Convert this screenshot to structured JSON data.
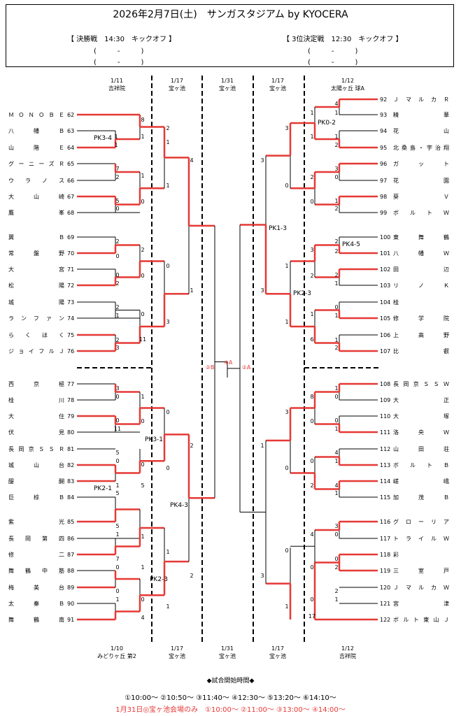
{
  "header": {
    "title": "2026年2月7日(土)　サンガスタジアム by KYOCERA",
    "final_label": "【 決勝戦　14:30　キックオフ 】",
    "third_label": "【 3位決定戦　12:30　キックオフ 】",
    "result_blank": "(　　　-　　　)"
  },
  "rounds_top": [
    {
      "date": "1/11",
      "venue": "吉祥院"
    },
    {
      "date": "1/17",
      "venue": "宝ヶ池"
    },
    {
      "date": "1/31",
      "venue": "宝ヶ池"
    },
    {
      "date": "1/17",
      "venue": "宝ヶ池"
    },
    {
      "date": "1/12",
      "venue": "太陽ヶ丘 球A"
    }
  ],
  "rounds_bottom": [
    {
      "date": "1/10",
      "venue": "みどりヶ丘 第2"
    },
    {
      "date": "1/17",
      "venue": "宝ヶ池"
    },
    {
      "date": "1/31",
      "venue": "宝ヶ池"
    },
    {
      "date": "1/17",
      "venue": "宝ヶ池"
    },
    {
      "date": "1/12",
      "venue": "吉祥院"
    }
  ],
  "teams_left": [
    {
      "no": "62",
      "name": "ＭＯＮＯＢＥ"
    },
    {
      "no": "63",
      "name": "八幡Ｂ"
    },
    {
      "no": "64",
      "name": "山階Ｅ"
    },
    {
      "no": "65",
      "name": "グーニーズＲ"
    },
    {
      "no": "66",
      "name": "ウラノス"
    },
    {
      "no": "67",
      "name": "大山崎"
    },
    {
      "no": "68",
      "name": "鷹峯"
    },
    {
      "no": "69",
      "name": "翼Ｂ"
    },
    {
      "no": "70",
      "name": "常盤野"
    },
    {
      "no": "71",
      "name": "大宮"
    },
    {
      "no": "72",
      "name": "松陽"
    },
    {
      "no": "73",
      "name": "城陽"
    },
    {
      "no": "74",
      "name": "ランファン"
    },
    {
      "no": "75",
      "name": "らくほく"
    },
    {
      "no": "76",
      "name": "ジョイフルＪ"
    },
    {
      "no": "77",
      "name": "西京極"
    },
    {
      "no": "78",
      "name": "桂川"
    },
    {
      "no": "79",
      "name": "大住"
    },
    {
      "no": "80",
      "name": "伏見"
    },
    {
      "no": "81",
      "name": "長岡京ＳＳＲ"
    },
    {
      "no": "82",
      "name": "城山台"
    },
    {
      "no": "83",
      "name": "醍醐"
    },
    {
      "no": "84",
      "name": "巨椋Ｂ"
    },
    {
      "no": "85",
      "name": "紫光"
    },
    {
      "no": "86",
      "name": "長岡第四"
    },
    {
      "no": "87",
      "name": "修二"
    },
    {
      "no": "88",
      "name": "舞鶴中筋"
    },
    {
      "no": "89",
      "name": "梅美台"
    },
    {
      "no": "90",
      "name": "太秦Ｂ"
    },
    {
      "no": "91",
      "name": "舞鶴南"
    }
  ],
  "teams_right": [
    {
      "no": "92",
      "name": "ＪマルカＲ"
    },
    {
      "no": "93",
      "name": "精華"
    },
    {
      "no": "94",
      "name": "花山"
    },
    {
      "no": "95",
      "name": "北桑島・宇治翔"
    },
    {
      "no": "96",
      "name": "ガット"
    },
    {
      "no": "97",
      "name": "花園"
    },
    {
      "no": "98",
      "name": "葵Ｖ"
    },
    {
      "no": "99",
      "name": "ボルトＷ"
    },
    {
      "no": "100",
      "name": "東舞鶴"
    },
    {
      "no": "101",
      "name": "八幡Ｗ"
    },
    {
      "no": "102",
      "name": "田辺"
    },
    {
      "no": "103",
      "name": "リノＫ"
    },
    {
      "no": "104",
      "name": "桂"
    },
    {
      "no": "105",
      "name": "修学院"
    },
    {
      "no": "106",
      "name": "上高野"
    },
    {
      "no": "107",
      "name": "比叡"
    },
    {
      "no": "108",
      "name": "長岡京ＳＳＷ"
    },
    {
      "no": "109",
      "name": "大正"
    },
    {
      "no": "110",
      "name": "大塚"
    },
    {
      "no": "111",
      "name": "洛央Ｗ"
    },
    {
      "no": "112",
      "name": "山田荘"
    },
    {
      "no": "113",
      "name": "ボルトＢ"
    },
    {
      "no": "114",
      "name": "嵯峨"
    },
    {
      "no": "115",
      "name": "加茂Ｂ"
    },
    {
      "no": "116",
      "name": "グローリア"
    },
    {
      "no": "117",
      "name": "トライルＷ"
    },
    {
      "no": "118",
      "name": "彩"
    },
    {
      "no": "119",
      "name": "三室戸"
    },
    {
      "no": "120",
      "name": "ＪマルカＷ"
    },
    {
      "no": "121",
      "name": "宮津"
    },
    {
      "no": "122",
      "name": "ボルト東山Ｊ"
    }
  ],
  "pk_labels": [
    {
      "text": "PK3-4"
    },
    {
      "text": "PK1-3"
    },
    {
      "text": "PK3-1"
    },
    {
      "text": "PK2-1"
    },
    {
      "text": "PK4-3"
    },
    {
      "text": "PK2-3"
    },
    {
      "text": "PK0-2"
    },
    {
      "text": "PK4-5"
    },
    {
      "text": "PK2-3"
    }
  ],
  "center": {
    "left_semi": "②B",
    "final": "④A",
    "right_semi": "②A"
  },
  "footer": {
    "legend": "◆試合開始時間◆",
    "times": "①10:00～ ②10:50～ ③11:40～ ④12:30～ ⑤13:20～ ⑥14:10～",
    "special": "1月31日◎宝ヶ池会場のみ　①10:00～ ②11:00～ ③13:00～ ④14:00～"
  },
  "colors": {
    "winner": "#e53935",
    "line": "#000000"
  }
}
